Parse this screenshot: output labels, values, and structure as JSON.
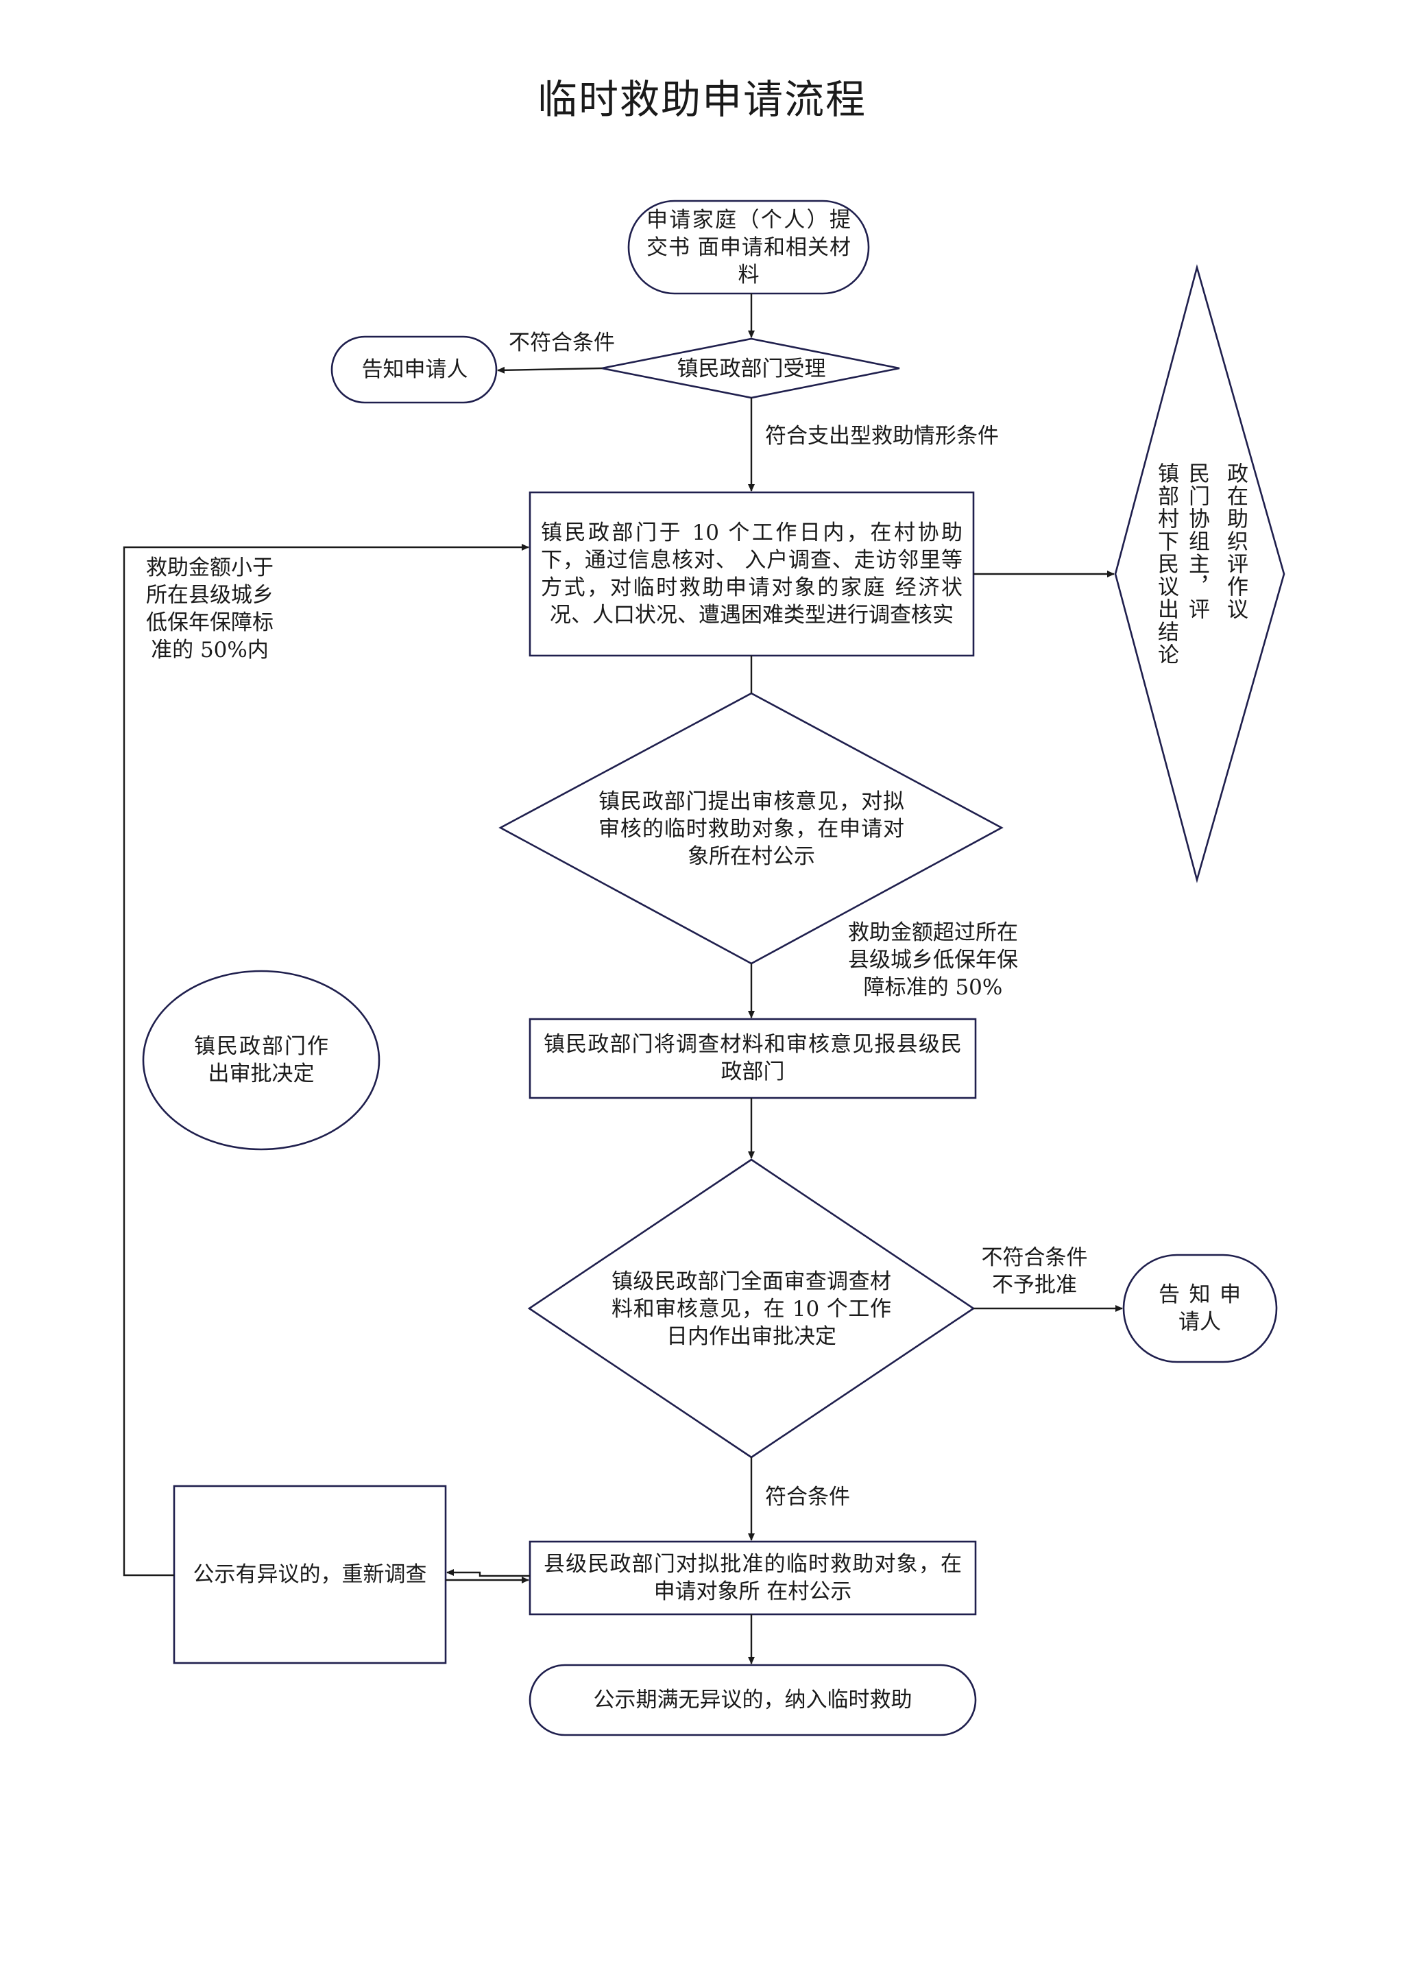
{
  "title": "临时救助申请流程",
  "nodes": {
    "start": "申请家庭（个人）提交书 面申请和相关材料",
    "notify_top": "告知申请人",
    "accept": "镇民政部门受理",
    "investigate": "镇民政部门于 10 个工作日内，在村协助下，通过信息核对、 入户调查、走访邻里等方式，对临时救助申请对象的家庭 经济状况、人口状况、遭遇困难类型进行调查核实",
    "evaluate_columns": [
      "政在助织评作议",
      "民门协组主，评",
      "镇部村下民议出结论"
    ],
    "review": "镇民政部门提出审核意见，对拟审核的临时救助对象，在申请对象所在村公示",
    "town_decision": "镇民政部门作出审批决定",
    "report": "镇民政部门将调查材料和审核意见报县级民政部门",
    "county_review": "镇级民政部门全面审查调查材料和审核意见，在 10 个工作日内作出审批决定",
    "notify_right": "告知申请人",
    "objection": "公示有异议的，重新调查",
    "county_publicize": "县级民政部门对拟批准的临时救助对象，在申请对象所 在村公示",
    "final": "公示期满无异议的，纳入临时救助"
  },
  "labels": {
    "not_qualified": "不符合条件",
    "meets_expense": "符合支出型救助情形条件",
    "amount_under": "救助金额小于\n所在县级城乡\n低保年保障标\n准的 50%内",
    "amount_over": "救助金额超过所在\n县级城乡低保年保\n障标准的 50%",
    "not_approved": "不符合条件\n不予批准",
    "qualified": "符合条件"
  }
}
